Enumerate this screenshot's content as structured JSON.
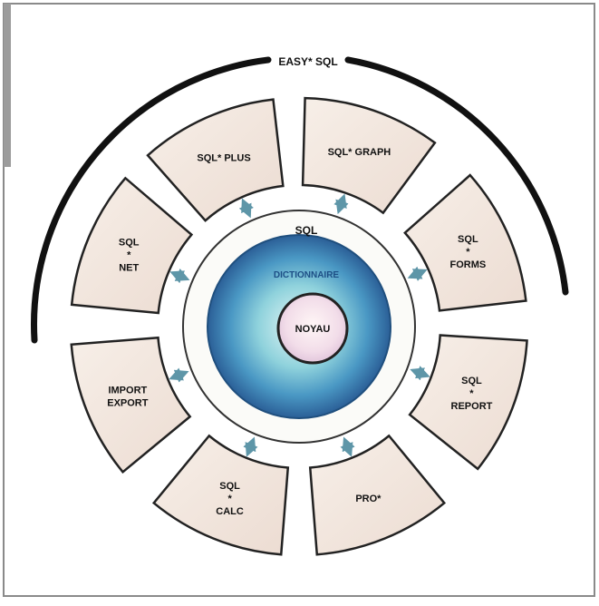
{
  "title": "EASY* SQL",
  "core": {
    "outer_label": "SQL",
    "middle_label": "DICTIONNAIRE",
    "inner_label": "NOYAU"
  },
  "modules": [
    {
      "id": "sql-plus",
      "label": "SQL* PLUS"
    },
    {
      "id": "sql-graph",
      "label": "SQL* GRAPH"
    },
    {
      "id": "sql-forms",
      "label": "SQL\n*\nFORMS"
    },
    {
      "id": "sql-report",
      "label": "SQL\n*\nREPORT"
    },
    {
      "id": "pro",
      "label": "PRO*"
    },
    {
      "id": "sql-calc",
      "label": "SQL\n*\nCALC"
    },
    {
      "id": "import-export",
      "label": "IMPORT\nEXPORT"
    },
    {
      "id": "sql-net",
      "label": "SQL\n*\nNET"
    }
  ],
  "colors": {
    "background": "#ffffff",
    "frame": "#7a7a7a",
    "box_fill": "#f3e9e1",
    "box_stroke": "#222222",
    "arc": "#111111",
    "arrow": "#5e96a8",
    "sphere_dark": "#2d6da3",
    "sphere_light": "#c8ecef",
    "core_fill": "#f4e6f0"
  }
}
